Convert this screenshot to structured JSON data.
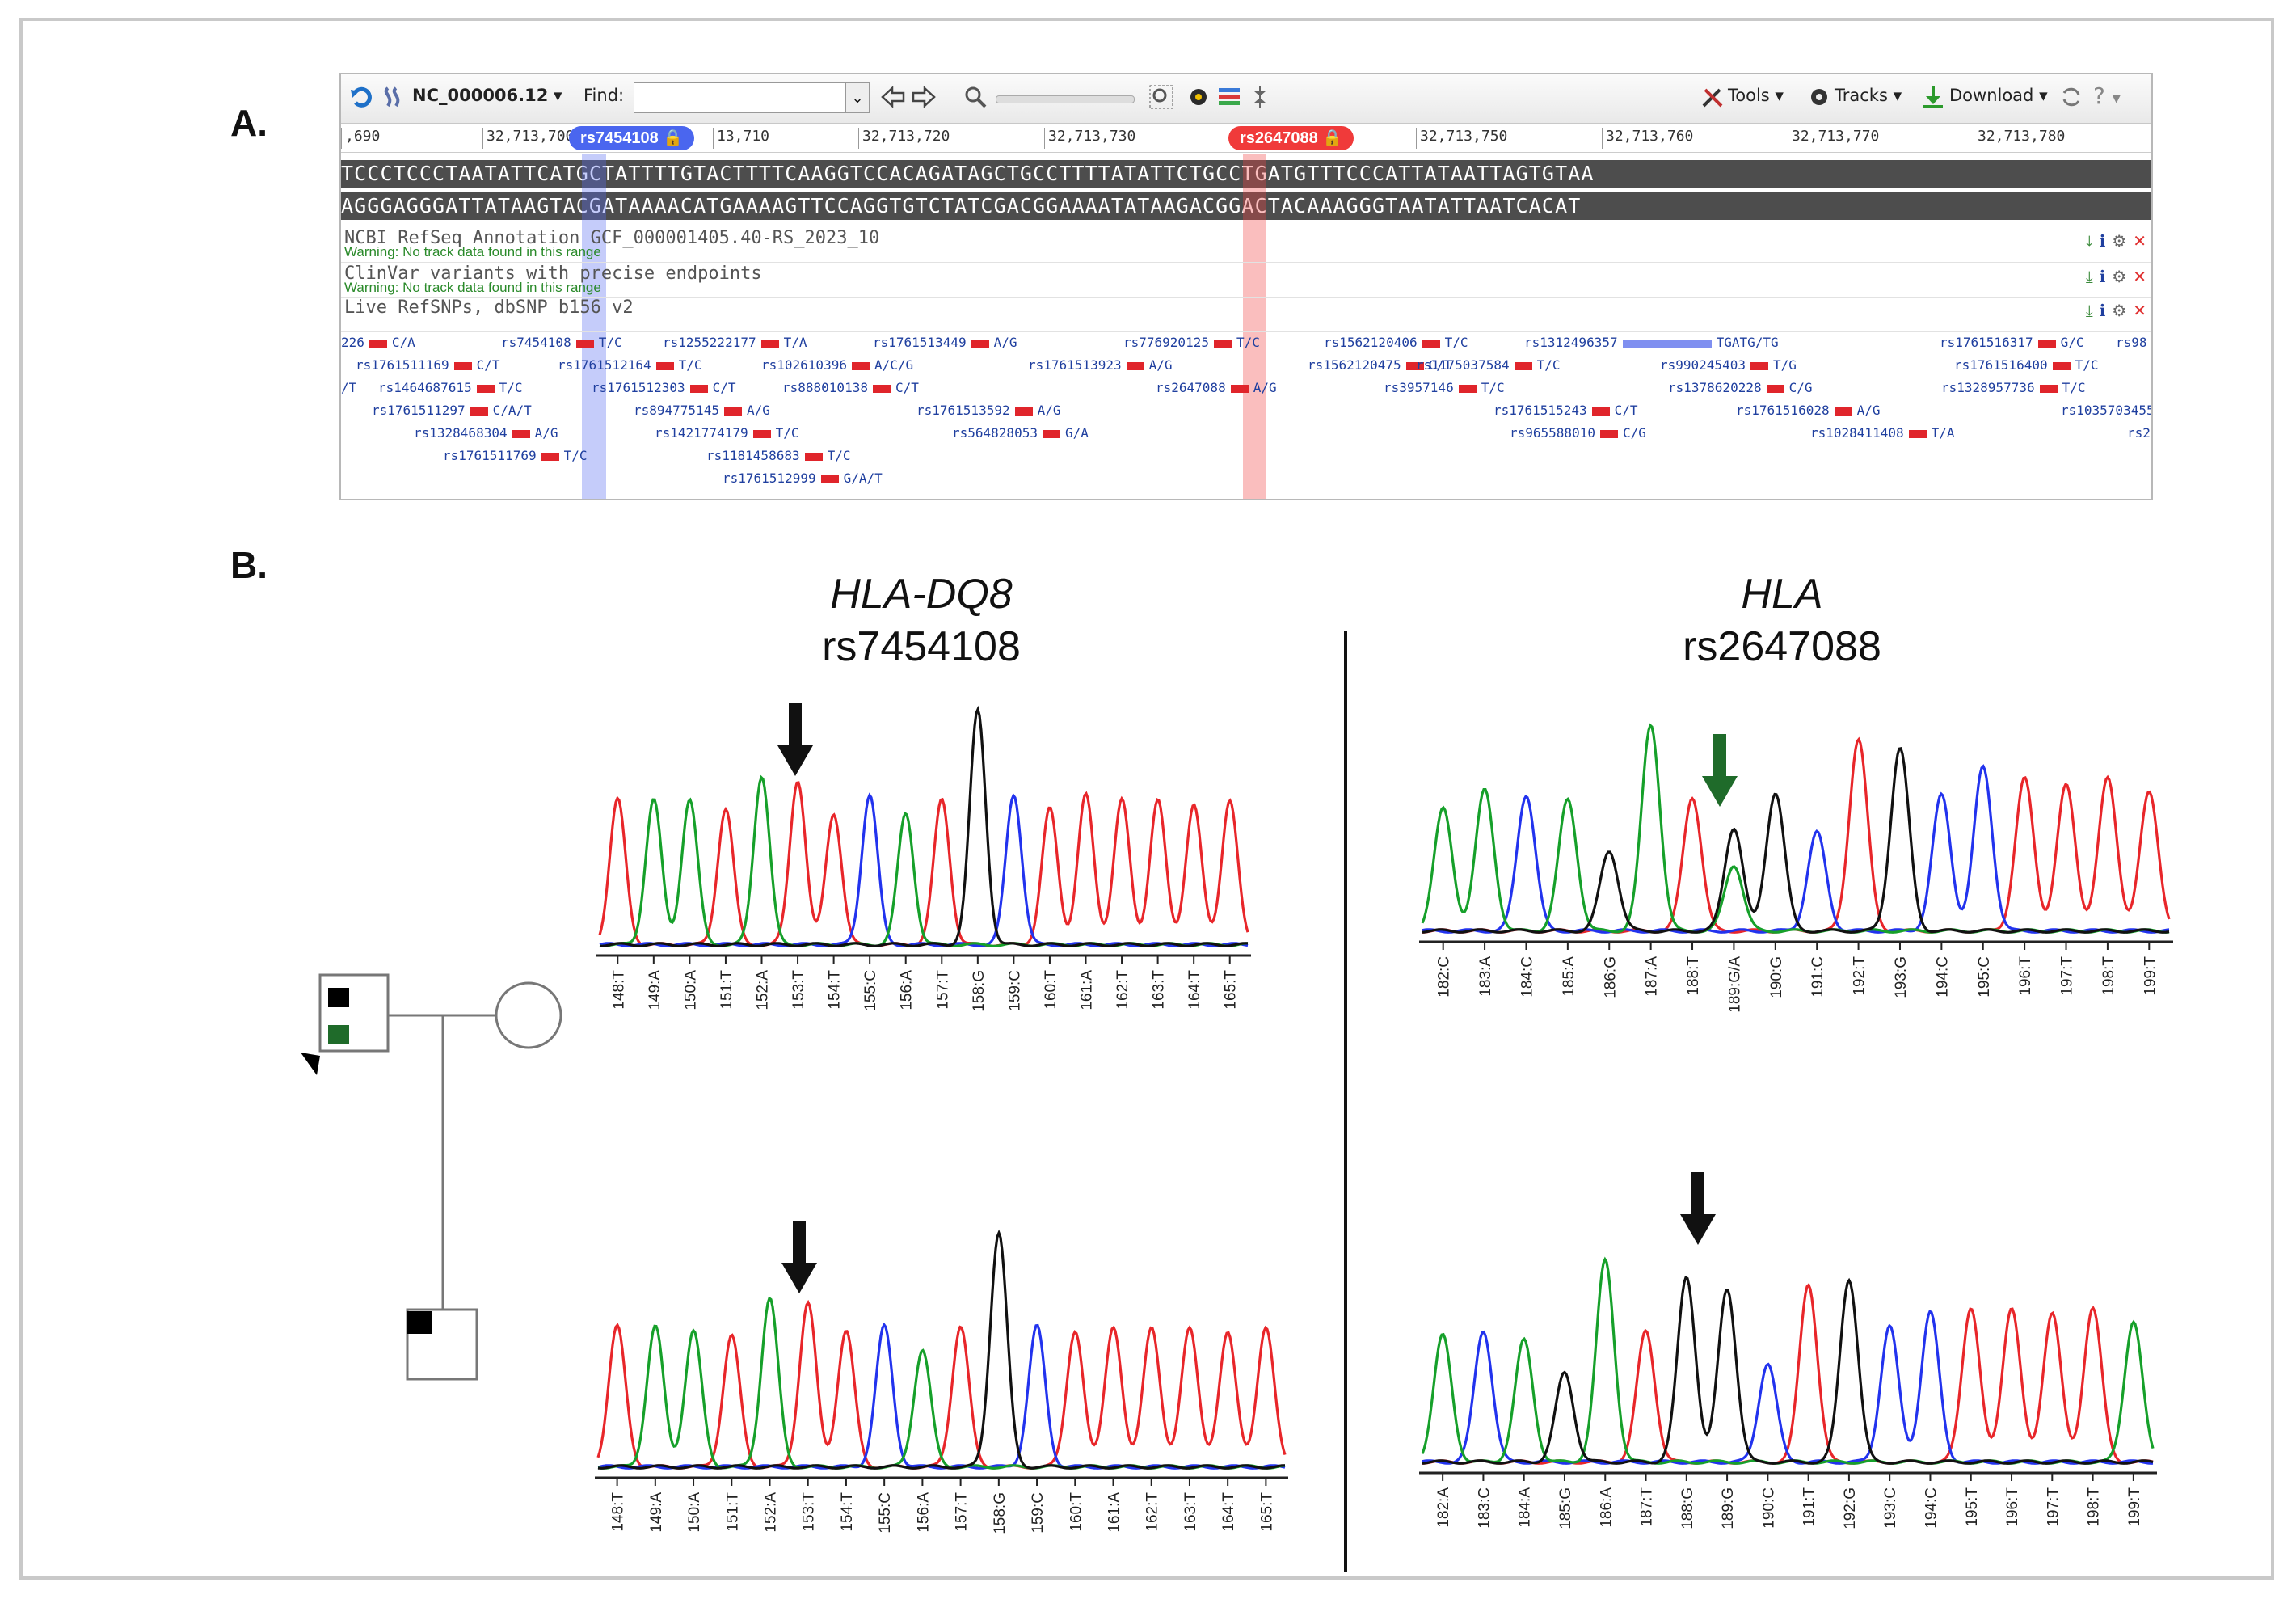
{
  "frame": {
    "border": "#c9c9c9"
  },
  "panels": {
    "a_label": "A.",
    "b_label": "B."
  },
  "viewer": {
    "toolbar": {
      "accession": "NC_000006.12",
      "accession_caret": "▾",
      "find_label": "Find:",
      "find_value": "",
      "tools_label": "Tools",
      "tracks_label": "Tracks",
      "download_label": "Download",
      "caret": "▾",
      "help_label": "?"
    },
    "ruler": {
      "ticks": [
        ",690",
        "32,713,700",
        "13,710",
        "32,713,720",
        "32,713,730",
        "32,713,750",
        "32,713,760",
        "32,713,770",
        "32,713,780"
      ],
      "markers": [
        {
          "label": "rs7454108",
          "color": "#4a66ef"
        },
        {
          "label": "rs2647088",
          "color": "#f03a3a"
        }
      ]
    },
    "sequence": {
      "top": "TCCCTCCCTAATATTCATGCTATTTTGTACTTTTCAAGGTCCACAGATAGCTGCCTTTTATATTCTGCCTGATGTTTCCCATTATAATTAGTGTAA",
      "bottom": "AGGGAGGGATTATAAGTACGATAAAACATGAAAAGTTCCAGGTGTCTATCGACGGAAAATATAAGACGGACTACAAAGGGTAATATTAATCACAT"
    },
    "tracks": [
      {
        "title": "NCBI RefSeq Annotation GCF_000001405.40-RS_2023_10",
        "warning": "Warning: No track data found in this range"
      },
      {
        "title": "ClinVar variants with precise endpoints",
        "warning": "Warning: No track data found in this range"
      },
      {
        "title": "Live RefSNPs, dbSNP b156 v2",
        "warning": ""
      }
    ],
    "track_icon_glyphs": {
      "download": "⤓",
      "info": "ℹ",
      "gear": "⚙",
      "close": "✕"
    },
    "snps": [
      {
        "id": "226",
        "allele": "C/A"
      },
      {
        "id": "rs7454108",
        "allele": "T/C"
      },
      {
        "id": "rs1255222177",
        "allele": "T/A"
      },
      {
        "id": "rs1761513449",
        "allele": "A/G"
      },
      {
        "id": "rs776920125",
        "allele": "T/C"
      },
      {
        "id": "rs1562120406",
        "allele": "T/C"
      },
      {
        "id": "rs1312496357",
        "allele": "TGATG/TG",
        "long": true
      },
      {
        "id": "rs1761516317",
        "allele": "G/C"
      },
      {
        "id": "rs98",
        "allele": ""
      },
      {
        "id": "rs1761511169",
        "allele": "C/T"
      },
      {
        "id": "rs1761512164",
        "allele": "T/C"
      },
      {
        "id": "rs102610396",
        "allele": "A/C/G"
      },
      {
        "id": "rs1761513923",
        "allele": "A/G"
      },
      {
        "id": "rs1562120475",
        "allele": "C/T"
      },
      {
        "id": "rs1175037584",
        "allele": "T/C"
      },
      {
        "id": "rs990245403",
        "allele": "T/G"
      },
      {
        "id": "rs1761516400",
        "allele": "T/C"
      },
      {
        "id": "/T",
        "allele": ""
      },
      {
        "id": "rs1464687615",
        "allele": "T/C"
      },
      {
        "id": "rs1761512303",
        "allele": "C/T"
      },
      {
        "id": "rs888010138",
        "allele": "C/T"
      },
      {
        "id": "rs2647088",
        "allele": "A/G"
      },
      {
        "id": "rs3957146",
        "allele": "T/C"
      },
      {
        "id": "rs1378620228",
        "allele": "C/G"
      },
      {
        "id": "rs1328957736",
        "allele": "T/C"
      },
      {
        "id": "rs1761511297",
        "allele": "C/A/T"
      },
      {
        "id": "rs894775145",
        "allele": "A/G"
      },
      {
        "id": "rs1761513592",
        "allele": "A/G"
      },
      {
        "id": "rs1761515243",
        "allele": "C/T"
      },
      {
        "id": "rs1761516028",
        "allele": "A/G"
      },
      {
        "id": "rs1035703455",
        "allele": ""
      },
      {
        "id": "rs1328468304",
        "allele": "A/G"
      },
      {
        "id": "rs1421774179",
        "allele": "T/C"
      },
      {
        "id": "rs564828053",
        "allele": "G/A"
      },
      {
        "id": "rs965588010",
        "allele": "C/G"
      },
      {
        "id": "rs1028411408",
        "allele": "T/A"
      },
      {
        "id": "rs2647",
        "allele": ""
      },
      {
        "id": "rs1761511769",
        "allele": "T/C"
      },
      {
        "id": "rs1181458683",
        "allele": "T/C"
      },
      {
        "id": "rs1761512999",
        "allele": "G/A/T"
      }
    ]
  },
  "panel_b": {
    "left_gene": "HLA-DQ8",
    "left_snp": "rs7454108",
    "right_gene": "HLA",
    "right_snp": "rs2647088",
    "left_labels": [
      "148:T",
      "149:A",
      "150:A",
      "151:T",
      "152:A",
      "153:T",
      "154:T",
      "155:C",
      "156:A",
      "157:T",
      "158:G",
      "159:C",
      "160:T",
      "161:A",
      "162:T",
      "163:T",
      "164:T",
      "165:T"
    ],
    "left_bases": [
      "A",
      "G",
      "G",
      "A",
      "G",
      "A",
      "A",
      "C",
      "G",
      "A",
      "T",
      "C",
      "A",
      "A",
      "A",
      "A",
      "A",
      "A"
    ],
    "right_top_labels": [
      "182:C",
      "183:A",
      "184:C",
      "185:A",
      "186:G",
      "187:A",
      "188:T",
      "189:G/A",
      "190:G",
      "191:C",
      "192:T",
      "193:G",
      "194:C",
      "195:C",
      "196:T",
      "197:T",
      "198:T",
      "199:T"
    ],
    "right_top_bases": [
      "G",
      "G",
      "C",
      "G",
      "T",
      "G",
      "A",
      "T",
      "T",
      "C",
      "A",
      "T",
      "C",
      "C",
      "A",
      "A",
      "A",
      "A"
    ],
    "right_bottom_labels": [
      "182:A",
      "183:C",
      "184:A",
      "185:G",
      "186:A",
      "187:T",
      "188:G",
      "189:G",
      "190:C",
      "191:T",
      "192:G",
      "193:C",
      "194:C",
      "195:T",
      "196:T",
      "197:T",
      "198:T",
      "199:T"
    ],
    "right_bottom_bases": [
      "G",
      "C",
      "G",
      "T",
      "G",
      "A",
      "T",
      "T",
      "C",
      "A",
      "T",
      "C",
      "C",
      "A",
      "A",
      "A",
      "A",
      "G"
    ],
    "base_colors": {
      "A": "#e8262a",
      "C": "#2233ee",
      "G": "#16a02a",
      "T": "#111111"
    },
    "arrow_colors": {
      "black": "#111111",
      "green": "#1f6b2a"
    },
    "pedigree": {
      "father_mark_top": "#000000",
      "father_mark_bottom": "#1f6b2a",
      "child_mark": "#000000"
    }
  }
}
